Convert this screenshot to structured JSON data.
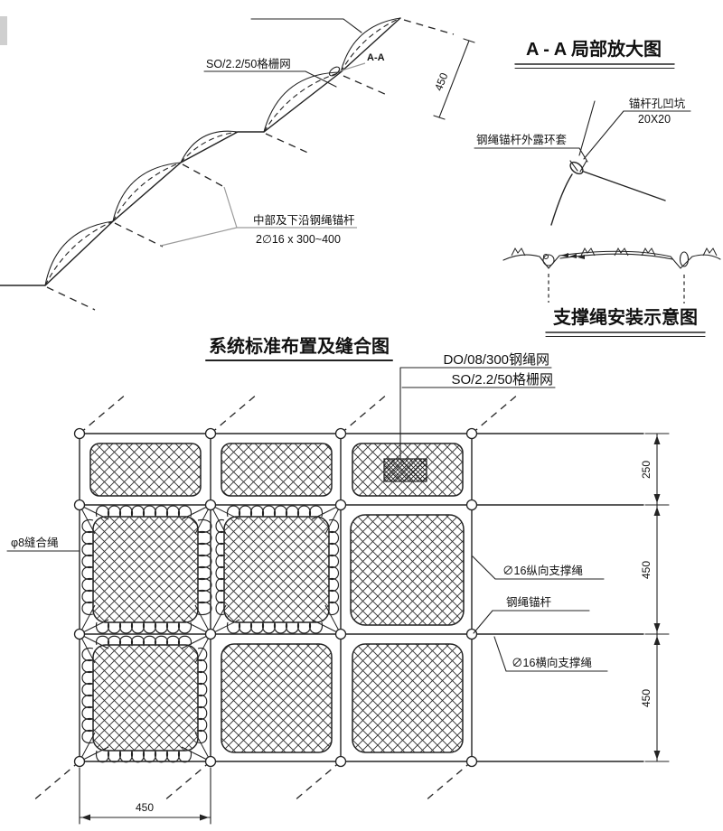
{
  "page": {
    "background": "#ffffff",
    "ink": "#232323",
    "leader_gray": "#9a9a9a"
  },
  "slope_view": {
    "mesh_label": "SO/2.2/50格栅网",
    "anchor_label_line1": "中部及下沿钢绳锚杆",
    "anchor_label_line2": "2∅16 x 300~400",
    "section_marker": "A-A",
    "slope_spacing_dim": "450"
  },
  "detail_view": {
    "title": "A - A 局部放大图",
    "pit_label": "锚杆孔凹坑",
    "pit_size": "20X20",
    "loop_label": "钢绳锚杆外露环套"
  },
  "support_view": {
    "title": "支撑绳安装示意图"
  },
  "layout_view": {
    "title": "系统标准布置及缝合图",
    "rope_net_label": "DO/08/300钢绳网",
    "grid_mesh_label": "SO/2.2/50格栅网",
    "seam_rope_label": "φ8缝合绳",
    "longitudinal_rope_label": "∅16纵向支撑绳",
    "anchor_rod_label": "钢绳锚杆",
    "transverse_rope_label": "∅16横向支撑绳",
    "dims": {
      "row_top": "250",
      "row_middle": "450",
      "row_bottom": "450",
      "col_width": "450"
    }
  }
}
